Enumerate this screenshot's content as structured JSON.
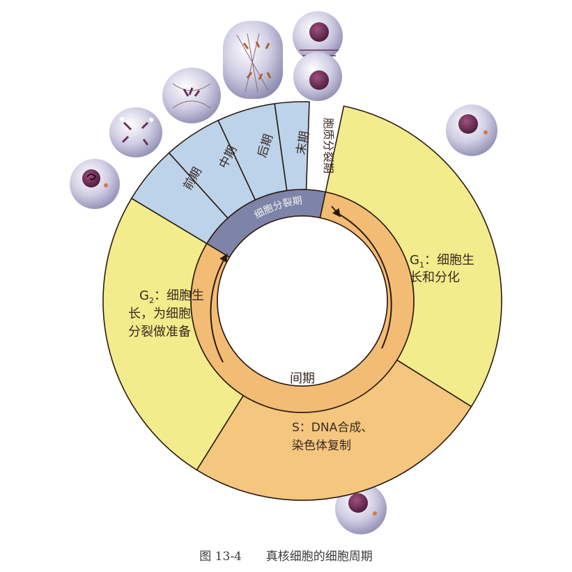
{
  "figure": {
    "number": "图 13-4",
    "title": "真核细胞的细胞周期"
  },
  "phases": {
    "g1": {
      "name": "G",
      "sub": "1",
      "desc_line1": "：细胞生",
      "desc_line2": "长和分化"
    },
    "g2": {
      "name": "G",
      "sub": "2",
      "desc_line1": "：细胞生",
      "desc_line2": "长，为细胞",
      "desc_line3": "分裂做准备"
    },
    "s": {
      "line1": "S：DNA合成、",
      "line2": "染色体复制"
    },
    "mitosis_stages": {
      "prophase": "前期",
      "metaphase": "中期",
      "anaphase": "后期",
      "telophase": "末期",
      "cytokinesis": "胞质分裂期"
    },
    "mitosis_label": "细胞分裂期",
    "interphase_label": "间期"
  },
  "colors": {
    "interphase_yellow": "#f3ec8c",
    "s_orange": "#f4c67e",
    "mitosis_blue": "#bcd3ea",
    "inner_band": "#f2bc74",
    "mitosis_band": "#7e84a8",
    "cell_fill": "#c9c8df",
    "nucleus": "#6b2e57"
  }
}
